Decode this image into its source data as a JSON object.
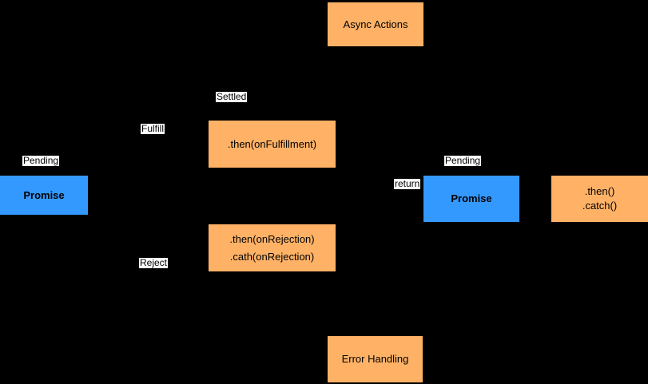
{
  "diagram": {
    "colors": {
      "background": "#000000",
      "orange": "#FFB266",
      "blue": "#3399FF",
      "label_bg": "#FFFFFF",
      "text": "#000000"
    },
    "nodes": {
      "async_actions": {
        "label": "Async Actions"
      },
      "then_fulfillment": {
        "label": ".then(onFulfillment)"
      },
      "promise_left": {
        "label": "Promise"
      },
      "then_rejection": {
        "label": ".then(onRejection)\n.cath(onRejection)"
      },
      "promise_right": {
        "label": "Promise"
      },
      "then_catch": {
        "label": ".then()\n.catch()"
      },
      "error_handling": {
        "label": "Error Handling"
      }
    },
    "edge_labels": {
      "settled": "Settled",
      "fulfill": "Fulfill",
      "pending_left": "Pending",
      "reject": "Reject",
      "return": "return",
      "pending_right": "Pending"
    }
  }
}
